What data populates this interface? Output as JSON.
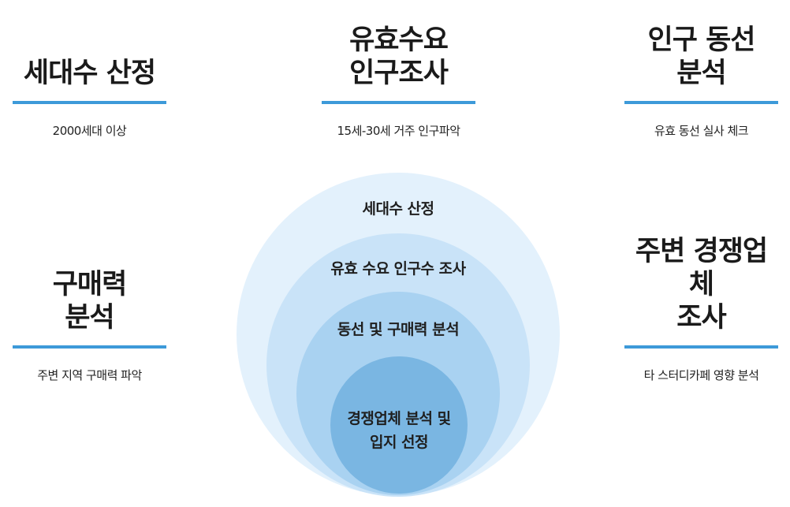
{
  "blocks": [
    {
      "title_lines": [
        "세대수 산정"
      ],
      "desc": "2000세대 이상"
    },
    {
      "title_lines": [
        "유효수요",
        "인구조사"
      ],
      "desc": "15세-30세 거주 인구파악"
    },
    {
      "title_lines": [
        "인구 동선",
        "분석"
      ],
      "desc": "유효 동선 실사 체크"
    },
    {
      "title_lines": [
        "구매력",
        "분석"
      ],
      "desc": "주변 지역 구매력 파악"
    },
    {
      "title_lines": [
        "주변 경쟁업체",
        "조사"
      ],
      "desc": "타 스터디카페 영향 분석"
    }
  ],
  "circles": {
    "outer": "세대수 산정",
    "second": "유효 수요 인구수 조사",
    "third": "동선 및 구매력 분석",
    "inner_line1": "경쟁업체 분석 및",
    "inner_line2": "입지 선정"
  },
  "colors": {
    "rule": "#3d9ad9",
    "circle_outer": "#e3f1fc",
    "circle_second": "#c9e3f8",
    "circle_third": "#a9d2f1",
    "circle_inner": "#7ab6e2"
  }
}
